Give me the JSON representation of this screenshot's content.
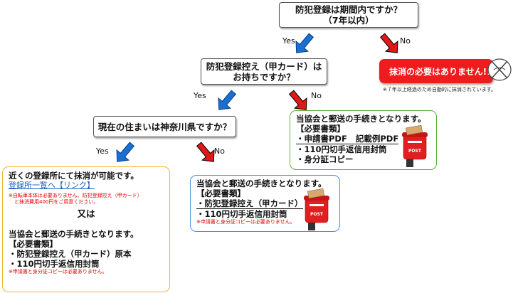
{
  "q1": {
    "line1": "防犯登録は期間内ですか？",
    "line2": "（7年以内）"
  },
  "q2": {
    "line1": "防犯登録控え（甲カード）は",
    "line2": "お持ちですか？"
  },
  "q3": {
    "text": "現在の住まいは神奈川県ですか？"
  },
  "labels": {
    "yes": "Yes",
    "no": "No"
  },
  "no_need": {
    "text": "抹消の必要はありません!!",
    "note": "※７年以上経過のため自動的に抹消されています。"
  },
  "card_green": {
    "title": "当協会と郵送の手続きとなります。",
    "header": "【必要書類】",
    "item1_prefix": "・申請書PDF",
    "item1_link": "記載例PDF",
    "item2": "・110円切手返信用封筒",
    "item3": "・身分証コピー"
  },
  "card_blue": {
    "title": "当協会と郵送の手続きとなります。",
    "header": "【必要書類】",
    "item1": "・防犯登録控え（甲カード）",
    "item2": "・110円切手返信用封筒",
    "note": "※申請書と身分証コピーは必要ありません。"
  },
  "card_orange": {
    "title": "近くの登録所にて抹消が可能です。",
    "link": "登録所一覧へ【リンク】",
    "note1": "※自転車本体は必要ありません。防犯登録控え（甲カード）",
    "note2": "と抹消費用400円をご用意ください。",
    "or": "又は",
    "title2": "当協会と郵送の手続きとなります。",
    "header": "【必要書類】",
    "item1": "・防犯登録控え（甲カード）原本",
    "item2": "・110円切手返信用封筒",
    "note3": "※申請書と身分証コピーは必要ありません。"
  },
  "postbox": {
    "label": "POST"
  },
  "colors": {
    "yes_arrow": "#1a6fd1",
    "no_arrow": "#e01818",
    "green_border": "#5fae3c",
    "blue_border": "#4a90d9",
    "orange_border": "#f2b531"
  }
}
